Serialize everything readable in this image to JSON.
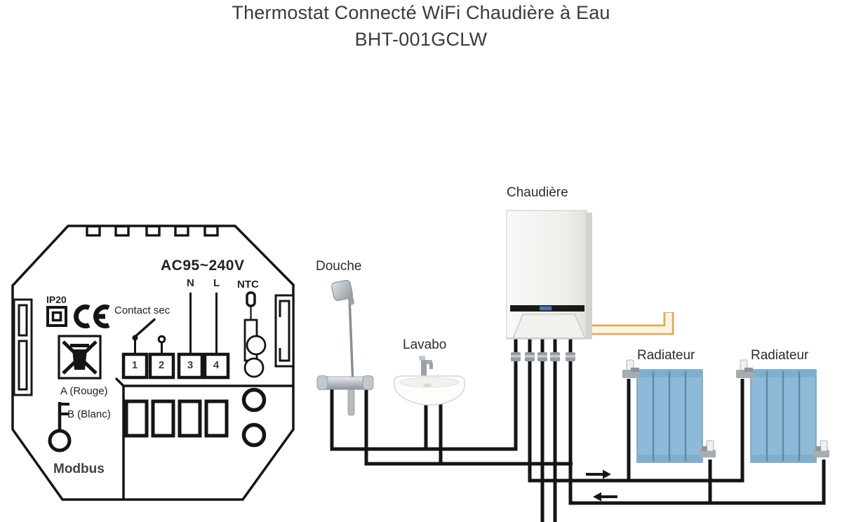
{
  "title": {
    "line1": "Thermostat Connecté WiFi Chaudière à Eau",
    "line2": "BHT-001GCLW"
  },
  "thermostat": {
    "voltage": "AC95~240V",
    "neutral": "N",
    "live": "L",
    "sensor": "NTC",
    "ip_rating": "IP20",
    "dry_contact": "Contact sec",
    "terminals": [
      "1",
      "2",
      "3",
      "4"
    ],
    "bus_a": "A (Rouge)",
    "bus_b": "B (Blanc)",
    "bus": "Modbus"
  },
  "installation": {
    "shower": "Douche",
    "sink": "Lavabo",
    "boiler": "Chaudière",
    "radiator_left": "Radiateur",
    "radiator_right": "Radiateur"
  },
  "colors": {
    "hot_water_pipe": "#c23b2e",
    "cold_water_pipe": "#377a3a",
    "gas_pipe": "#cb9c66",
    "control_cable": "#d8ac63",
    "cable_core": "#fbf4de",
    "radiator_fill": "#8fbad7"
  }
}
